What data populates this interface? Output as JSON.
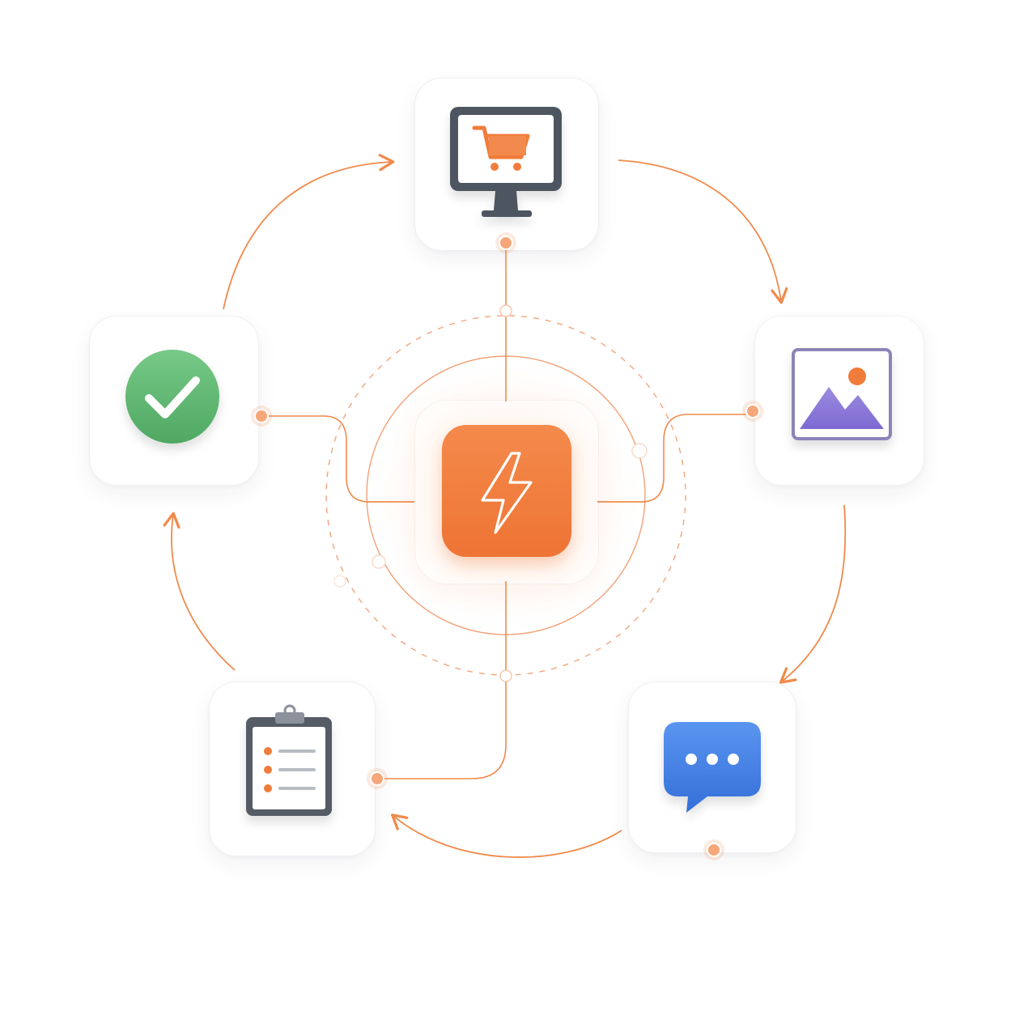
{
  "diagram": {
    "colors": {
      "accent": "#F07C3A",
      "accent_light": "#F6A77A",
      "line": "#F08A4B",
      "dashed": "#F2A57C",
      "success_green": "#5FB870",
      "image_purple": "#8E7BD8",
      "chat_blue": "#3F7FE3",
      "device_gray": "#4D5561"
    },
    "hub": {
      "icon": "lightning-bolt-icon"
    },
    "nodes": [
      {
        "id": "shop",
        "icon": "shopping-cart-monitor-icon"
      },
      {
        "id": "image",
        "icon": "image-gallery-icon"
      },
      {
        "id": "chat",
        "icon": "chat-bubble-icon"
      },
      {
        "id": "tasks",
        "icon": "clipboard-checklist-icon"
      },
      {
        "id": "approve",
        "icon": "checkmark-circle-icon"
      }
    ],
    "cycle_direction": "clockwise"
  }
}
